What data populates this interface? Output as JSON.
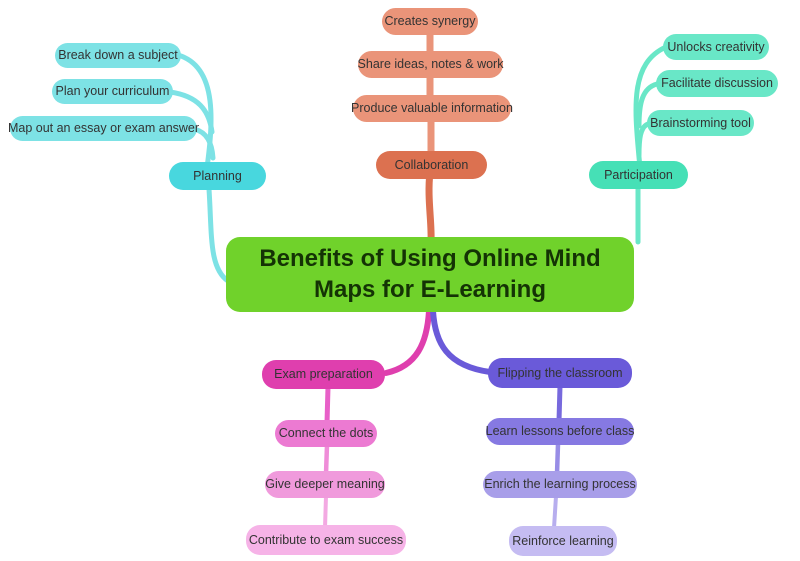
{
  "center": {
    "label": "Benefits of Using Online Mind Maps for E-Learning",
    "bg": "#70d22b",
    "text_color": "#143305"
  },
  "node_text_color": "#333333",
  "branches": [
    {
      "name": "Planning",
      "position": "upper-left",
      "node": {
        "label": "Planning",
        "bg": "#48d7de"
      },
      "link": "#7de2e5",
      "children": [
        {
          "label": "Break down a subject",
          "bg": "#7de2e5"
        },
        {
          "label": "Plan your curriculum",
          "bg": "#7de2e5"
        },
        {
          "label": "Map out an essay or exam answer",
          "bg": "#7de2e5"
        }
      ]
    },
    {
      "name": "Collaboration",
      "position": "top-center",
      "node": {
        "label": "Collaboration",
        "bg": "#dc7150"
      },
      "link": "#ea9479",
      "children": [
        {
          "label": "Creates synergy",
          "bg": "#ea9479"
        },
        {
          "label": "Share ideas, notes & work",
          "bg": "#ea9479"
        },
        {
          "label": "Produce valuable information",
          "bg": "#ea9479"
        }
      ]
    },
    {
      "name": "Participation",
      "position": "upper-right",
      "node": {
        "label": "Participation",
        "bg": "#46e0b6"
      },
      "link": "#69e7c7",
      "children": [
        {
          "label": "Unlocks creativity",
          "bg": "#69e7c7"
        },
        {
          "label": "Facilitate discussion",
          "bg": "#69e7c7"
        },
        {
          "label": "Brainstorming tool",
          "bg": "#69e7c7"
        }
      ]
    },
    {
      "name": "Exam preparation",
      "position": "lower-left",
      "node": {
        "label": "Exam preparation",
        "bg": "#df3fae"
      },
      "links": [
        "#e860c8",
        "#ef8dd8",
        "#f3a9e2"
      ],
      "children": [
        {
          "label": "Connect the dots",
          "bg": "#ec7ad2"
        },
        {
          "label": "Give deeper meaning",
          "bg": "#f09adc"
        },
        {
          "label": "Contribute to exam success",
          "bg": "#f6b3e7"
        }
      ]
    },
    {
      "name": "Flipping the classroom",
      "position": "lower-right",
      "node": {
        "label": "Flipping the classroom",
        "bg": "#6a5ad9"
      },
      "links": [
        "#7769dd",
        "#988de6",
        "#b7aeee"
      ],
      "children": [
        {
          "label": "Learn lessons before class",
          "bg": "#8679e2"
        },
        {
          "label": "Enrich the learning process",
          "bg": "#a89ee9"
        },
        {
          "label": "Reinforce learning",
          "bg": "#c5bcf2"
        }
      ]
    }
  ]
}
